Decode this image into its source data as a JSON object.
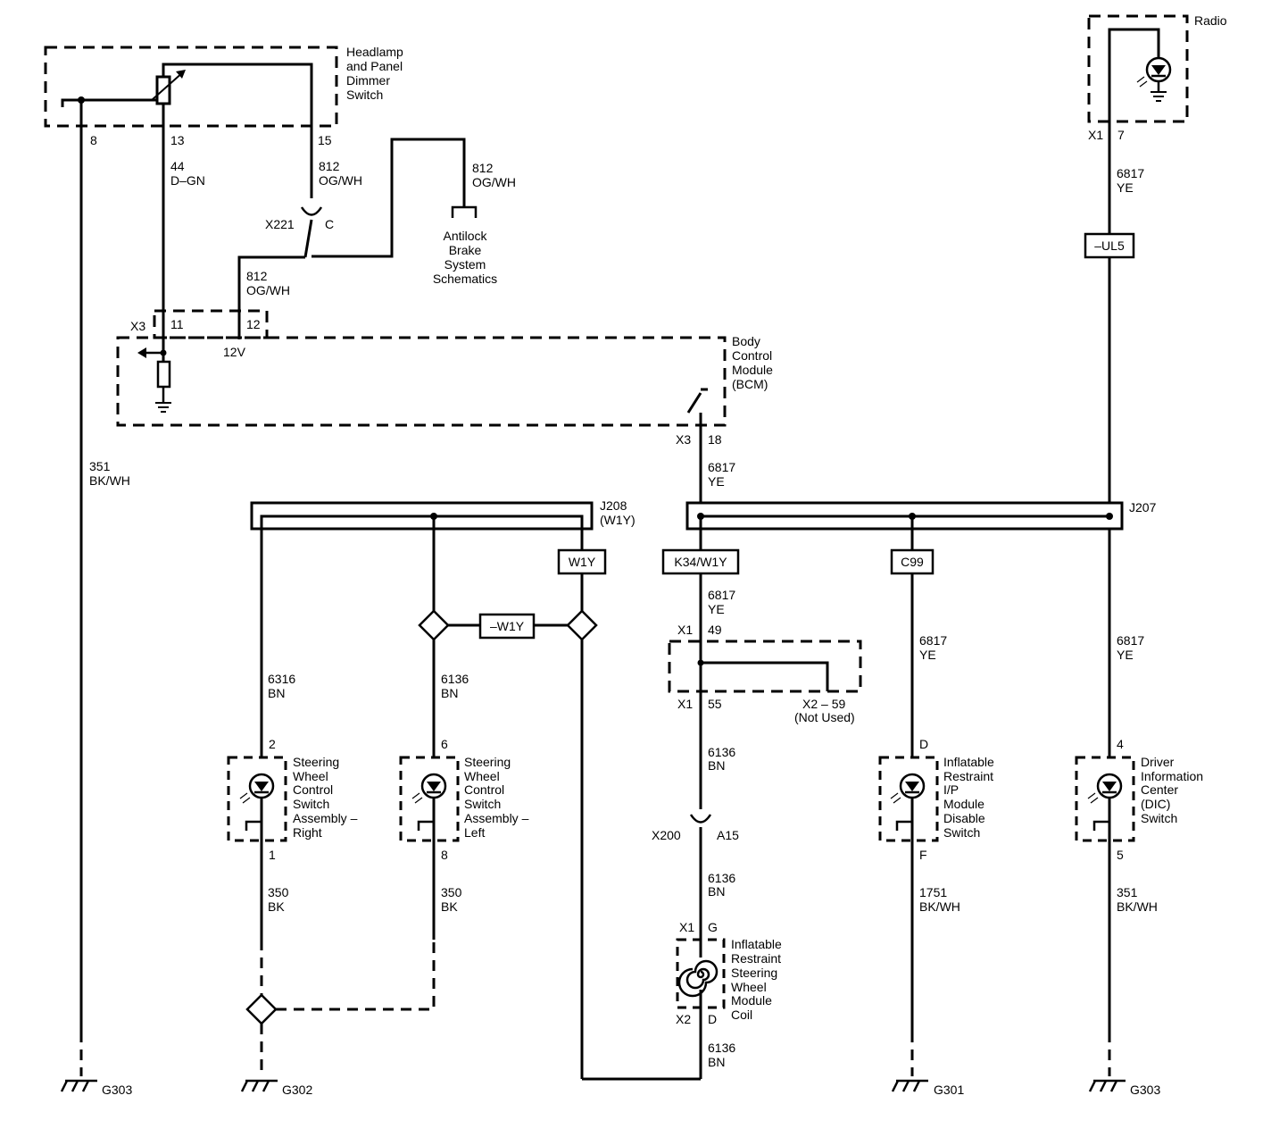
{
  "components": {
    "headlamp_switch": [
      "Headlamp",
      "and Panel",
      "Dimmer",
      "Switch"
    ],
    "radio": "Radio",
    "abs": [
      "Antilock",
      "Brake",
      "System",
      "Schematics"
    ],
    "bcm": [
      "Body",
      "Control",
      "Module",
      "(BCM)"
    ],
    "swc_right": [
      "Steering",
      "Wheel",
      "Control",
      "Switch",
      "Assembly –",
      "Right"
    ],
    "swc_left": [
      "Steering",
      "Wheel",
      "Control",
      "Switch",
      "Assembly –",
      "Left"
    ],
    "airbag_coil": [
      "Inflatable",
      "Restraint",
      "Steering",
      "Wheel",
      "Module",
      "Coil"
    ],
    "ip_disable": [
      "Inflatable",
      "Restraint",
      "I/P",
      "Module",
      "Disable",
      "Switch"
    ],
    "dic_switch": [
      "Driver",
      "Information",
      "Center",
      "(DIC)",
      "Switch"
    ],
    "x2_59": [
      "X2 – 59",
      "(Not Used)"
    ]
  },
  "splices": {
    "j208": [
      "J208",
      "(W1Y)"
    ],
    "j207": "J207"
  },
  "options": {
    "w1y": "W1Y",
    "not_w1y": "–W1Y",
    "k34_w1y": "K34/W1Y",
    "c99": "C99",
    "not_ul5": "–UL5"
  },
  "connectors": {
    "x3": "X3",
    "x1": "X1",
    "x2": "X2",
    "x221": "X221",
    "x200": "X200",
    "v12": "12V"
  },
  "pins": {
    "p8": "8",
    "p13": "13",
    "p15": "15",
    "pC": "C",
    "p11": "11",
    "p12": "12",
    "p7": "7",
    "p18": "18",
    "p49": "49",
    "p55": "55",
    "pA15": "A15",
    "pG": "G",
    "pD": "D",
    "p2": "2",
    "p1": "1",
    "p6": "6",
    "p8b": "8",
    "pD2": "D",
    "pF": "F",
    "p4": "4",
    "p5": "5"
  },
  "wires": [
    [
      "44",
      "D–GN"
    ],
    [
      "812",
      "OG/WH"
    ],
    [
      "351",
      "BK/WH"
    ],
    [
      "6817",
      "YE"
    ],
    [
      "6316",
      "BN"
    ],
    [
      "6136",
      "BN"
    ],
    [
      "350",
      "BK"
    ],
    [
      "1751",
      "BK/WH"
    ]
  ],
  "grounds": {
    "g303": "G303",
    "g302": "G302",
    "g301": "G301"
  }
}
